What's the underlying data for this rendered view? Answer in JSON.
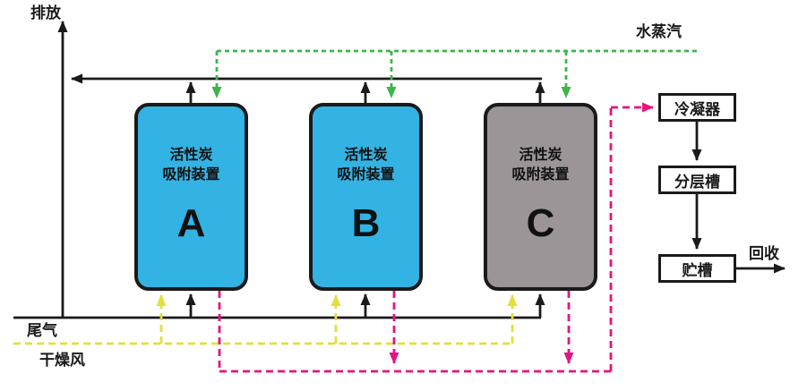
{
  "labels": {
    "emission": "排放",
    "steam": "水蒸汽",
    "tail_gas": "尾气",
    "drying_air": "干燥风",
    "recovery": "回收"
  },
  "units": [
    {
      "label": "活性炭\n吸附装置",
      "letter": "A",
      "fill": "#33b3e3"
    },
    {
      "label": "活性炭\n吸附装置",
      "letter": "B",
      "fill": "#33b3e3"
    },
    {
      "label": "活性炭\n吸附装置",
      "letter": "C",
      "fill": "#9b9597"
    }
  ],
  "process_chain": [
    {
      "label": "冷凝器"
    },
    {
      "label": "分层槽"
    },
    {
      "label": "贮槽"
    }
  ],
  "colors": {
    "line_black": "#1a1a1a",
    "steam_green": "#3bb54a",
    "drying_yellow": "#e3de3c",
    "desorb_magenta": "#e6137f",
    "unit_cyan": "#33b3e3",
    "unit_gray": "#9b9597"
  }
}
